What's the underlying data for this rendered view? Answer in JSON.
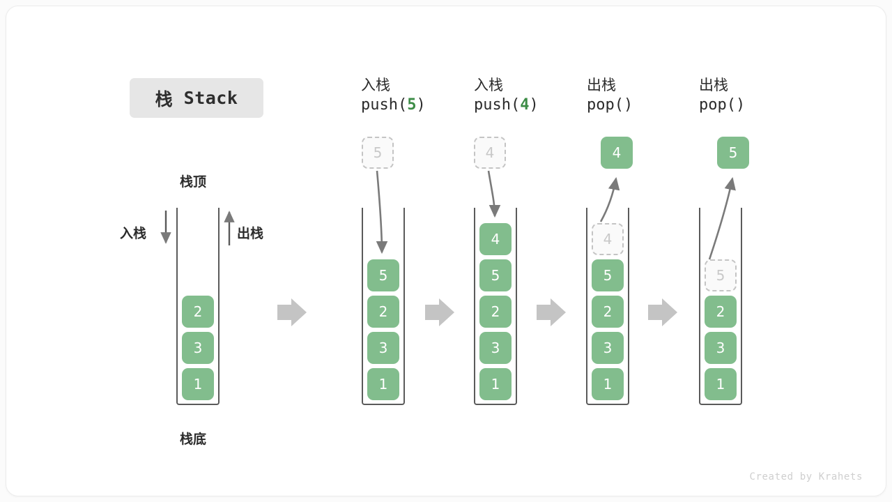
{
  "title": {
    "cjk": "栈",
    "latin": "Stack"
  },
  "footer": "Created by Krahets",
  "labels": {
    "top": "栈顶",
    "bottom": "栈底",
    "push": "入栈",
    "pop": "出栈"
  },
  "colors": {
    "element_green": "#82bd8d",
    "accent_green": "#3c8c46",
    "ghost_border": "#c4c4c4",
    "ghost_text": "#c8c8c8",
    "stack_outline": "#5a5a5a",
    "arrow_gray": "#c8c8c8",
    "badge_bg": "#e6e6e6",
    "text": "#2b2b2b",
    "footer_text": "#cfcfcf"
  },
  "stages": [
    {
      "id": "initial",
      "header_line1": "",
      "header_line2": "",
      "header_arg": "",
      "stack": [
        "2",
        "3",
        "1"
      ],
      "floating": null,
      "ghost_in_stack": null
    },
    {
      "id": "push-5",
      "header_line1": "入栈",
      "header_prefix": "push(",
      "header_arg": "5",
      "header_suffix": ")",
      "stack": [
        "5",
        "2",
        "3",
        "1"
      ],
      "floating": {
        "value": "5",
        "style": "ghost"
      },
      "ghost_in_stack": null
    },
    {
      "id": "push-4",
      "header_line1": "入栈",
      "header_prefix": "push(",
      "header_arg": "4",
      "header_suffix": ")",
      "stack": [
        "4",
        "5",
        "2",
        "3",
        "1"
      ],
      "floating": {
        "value": "4",
        "style": "ghost"
      },
      "ghost_in_stack": null
    },
    {
      "id": "pop-1",
      "header_line1": "出栈",
      "header_prefix": "pop(",
      "header_arg": "",
      "header_suffix": ")",
      "stack": [
        "5",
        "2",
        "3",
        "1"
      ],
      "floating": {
        "value": "4",
        "style": "solid"
      },
      "ghost_in_stack": {
        "value": "4"
      }
    },
    {
      "id": "pop-2",
      "header_line1": "出栈",
      "header_prefix": "pop(",
      "header_arg": "",
      "header_suffix": ")",
      "stack": [
        "2",
        "3",
        "1"
      ],
      "floating": {
        "value": "5",
        "style": "solid"
      },
      "ghost_in_stack": {
        "value": "5"
      }
    }
  ]
}
